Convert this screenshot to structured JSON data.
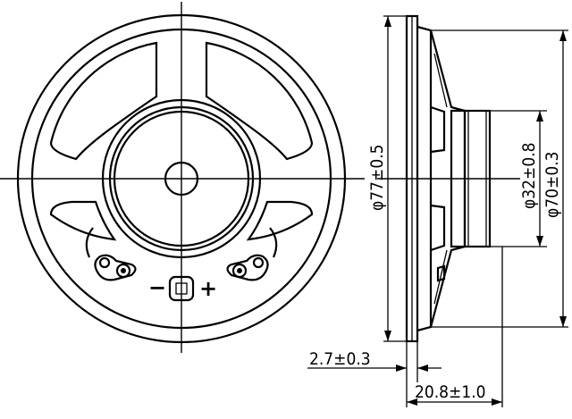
{
  "front_view": {
    "minus_label": "−",
    "plus_label": "+"
  },
  "dimensions": {
    "outer_diameter": "φ77±0.5",
    "magnet_diameter": "φ32±0.8",
    "mount_diameter": "φ70±0.3",
    "rim_thickness": "2.7±0.3",
    "total_depth": "20.8±1.0"
  }
}
